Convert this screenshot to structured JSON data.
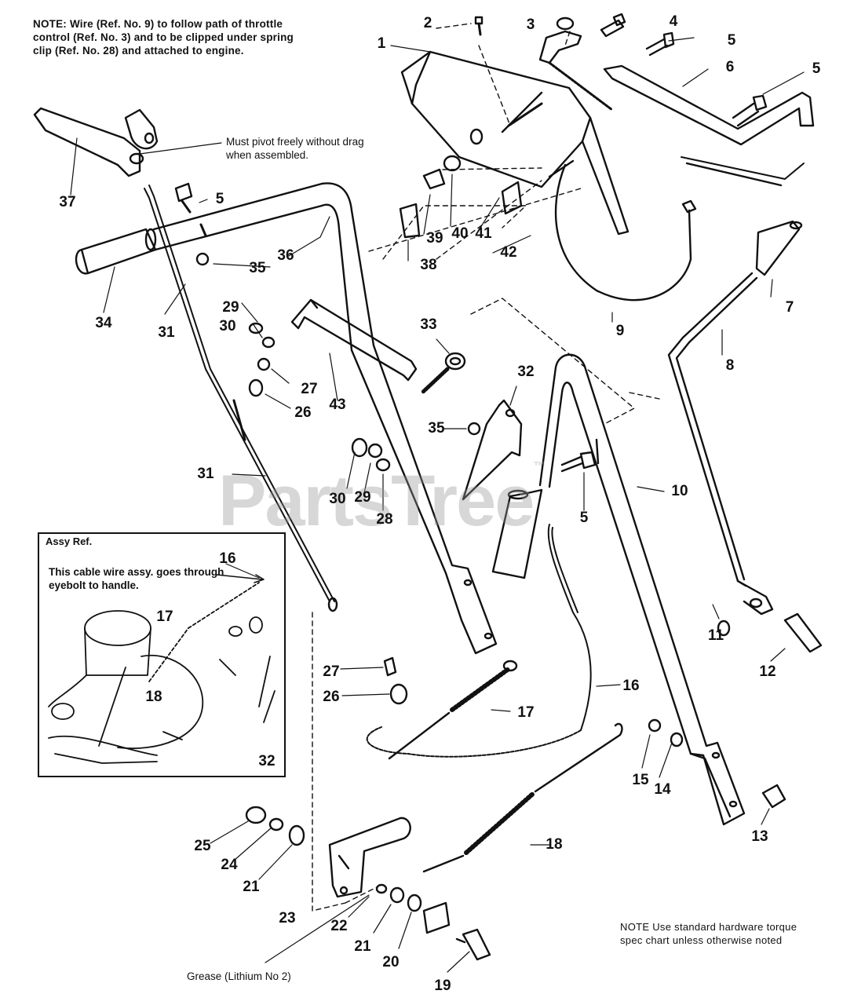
{
  "notes": {
    "top": "NOTE: Wire (Ref. No. 9) to follow path of throttle control (Ref. No. 3) and to be clipped under spring clip (Ref. No. 28) and attached to engine.",
    "pivot": "Must pivot freely without drag when assembled.",
    "bottom": "NOTE Use standard hardware torque spec chart unless otherwise noted",
    "grease": "Grease (Lithium No 2)"
  },
  "assy": {
    "title": "Assy Ref.",
    "text": "This cable wire assy. goes through eyebolt to handle."
  },
  "watermark": "PartsTree",
  "watermark_mark": "™",
  "part_numbers": [
    {
      "id": "n1",
      "label": "1"
    },
    {
      "id": "n2",
      "label": "2"
    },
    {
      "id": "n3",
      "label": "3"
    },
    {
      "id": "n4",
      "label": "4"
    },
    {
      "id": "n5a",
      "label": "5"
    },
    {
      "id": "n5b",
      "label": "5"
    },
    {
      "id": "n5c",
      "label": "5"
    },
    {
      "id": "n5d",
      "label": "5"
    },
    {
      "id": "n6",
      "label": "6"
    },
    {
      "id": "n7",
      "label": "7"
    },
    {
      "id": "n8",
      "label": "8"
    },
    {
      "id": "n9",
      "label": "9"
    },
    {
      "id": "n10",
      "label": "10"
    },
    {
      "id": "n11",
      "label": "11"
    },
    {
      "id": "n12",
      "label": "12"
    },
    {
      "id": "n13",
      "label": "13"
    },
    {
      "id": "n14",
      "label": "14"
    },
    {
      "id": "n15",
      "label": "15"
    },
    {
      "id": "n16a",
      "label": "16"
    },
    {
      "id": "n16b",
      "label": "16"
    },
    {
      "id": "n17a",
      "label": "17"
    },
    {
      "id": "n17b",
      "label": "17"
    },
    {
      "id": "n18a",
      "label": "18"
    },
    {
      "id": "n18b",
      "label": "18"
    },
    {
      "id": "n19",
      "label": "19"
    },
    {
      "id": "n20",
      "label": "20"
    },
    {
      "id": "n21a",
      "label": "21"
    },
    {
      "id": "n21b",
      "label": "21"
    },
    {
      "id": "n22",
      "label": "22"
    },
    {
      "id": "n23",
      "label": "23"
    },
    {
      "id": "n24",
      "label": "24"
    },
    {
      "id": "n25",
      "label": "25"
    },
    {
      "id": "n26a",
      "label": "26"
    },
    {
      "id": "n26b",
      "label": "26"
    },
    {
      "id": "n27a",
      "label": "27"
    },
    {
      "id": "n27b",
      "label": "27"
    },
    {
      "id": "n28",
      "label": "28"
    },
    {
      "id": "n29a",
      "label": "29"
    },
    {
      "id": "n29b",
      "label": "29"
    },
    {
      "id": "n30a",
      "label": "30"
    },
    {
      "id": "n30b",
      "label": "30"
    },
    {
      "id": "n31a",
      "label": "31"
    },
    {
      "id": "n31b",
      "label": "31"
    },
    {
      "id": "n32a",
      "label": "32"
    },
    {
      "id": "n32b",
      "label": "32"
    },
    {
      "id": "n33",
      "label": "33"
    },
    {
      "id": "n34",
      "label": "34"
    },
    {
      "id": "n35a",
      "label": "35"
    },
    {
      "id": "n35b",
      "label": "35"
    },
    {
      "id": "n36",
      "label": "36"
    },
    {
      "id": "n37",
      "label": "37"
    },
    {
      "id": "n38",
      "label": "38"
    },
    {
      "id": "n39",
      "label": "39"
    },
    {
      "id": "n40",
      "label": "40"
    },
    {
      "id": "n41",
      "label": "41"
    },
    {
      "id": "n42",
      "label": "42"
    },
    {
      "id": "n43",
      "label": "43"
    }
  ]
}
